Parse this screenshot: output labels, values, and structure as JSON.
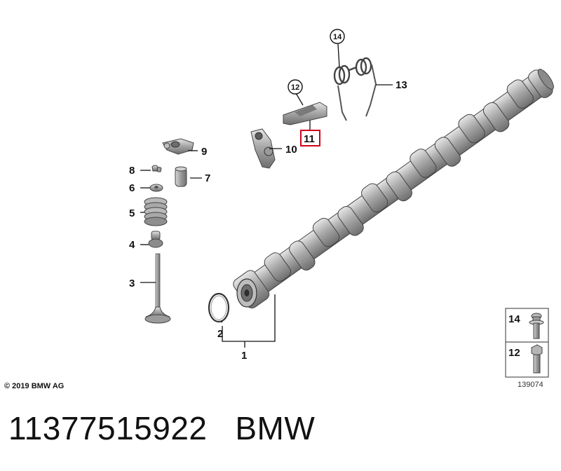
{
  "callouts": {
    "c1": "1",
    "c2": "2",
    "c3": "3",
    "c4": "4",
    "c5": "5",
    "c6": "6",
    "c7": "7",
    "c8": "8",
    "c9": "9",
    "c10": "10",
    "c11": "11",
    "c12": "12",
    "c13": "13",
    "c14": "14"
  },
  "legend": {
    "top_label": "14",
    "bottom_label": "12"
  },
  "highlight_color": "#d0021b",
  "copyright": "© 2019 BMW AG",
  "drawing_number": "139074",
  "part_number": "11377515922",
  "brand": "BMW"
}
